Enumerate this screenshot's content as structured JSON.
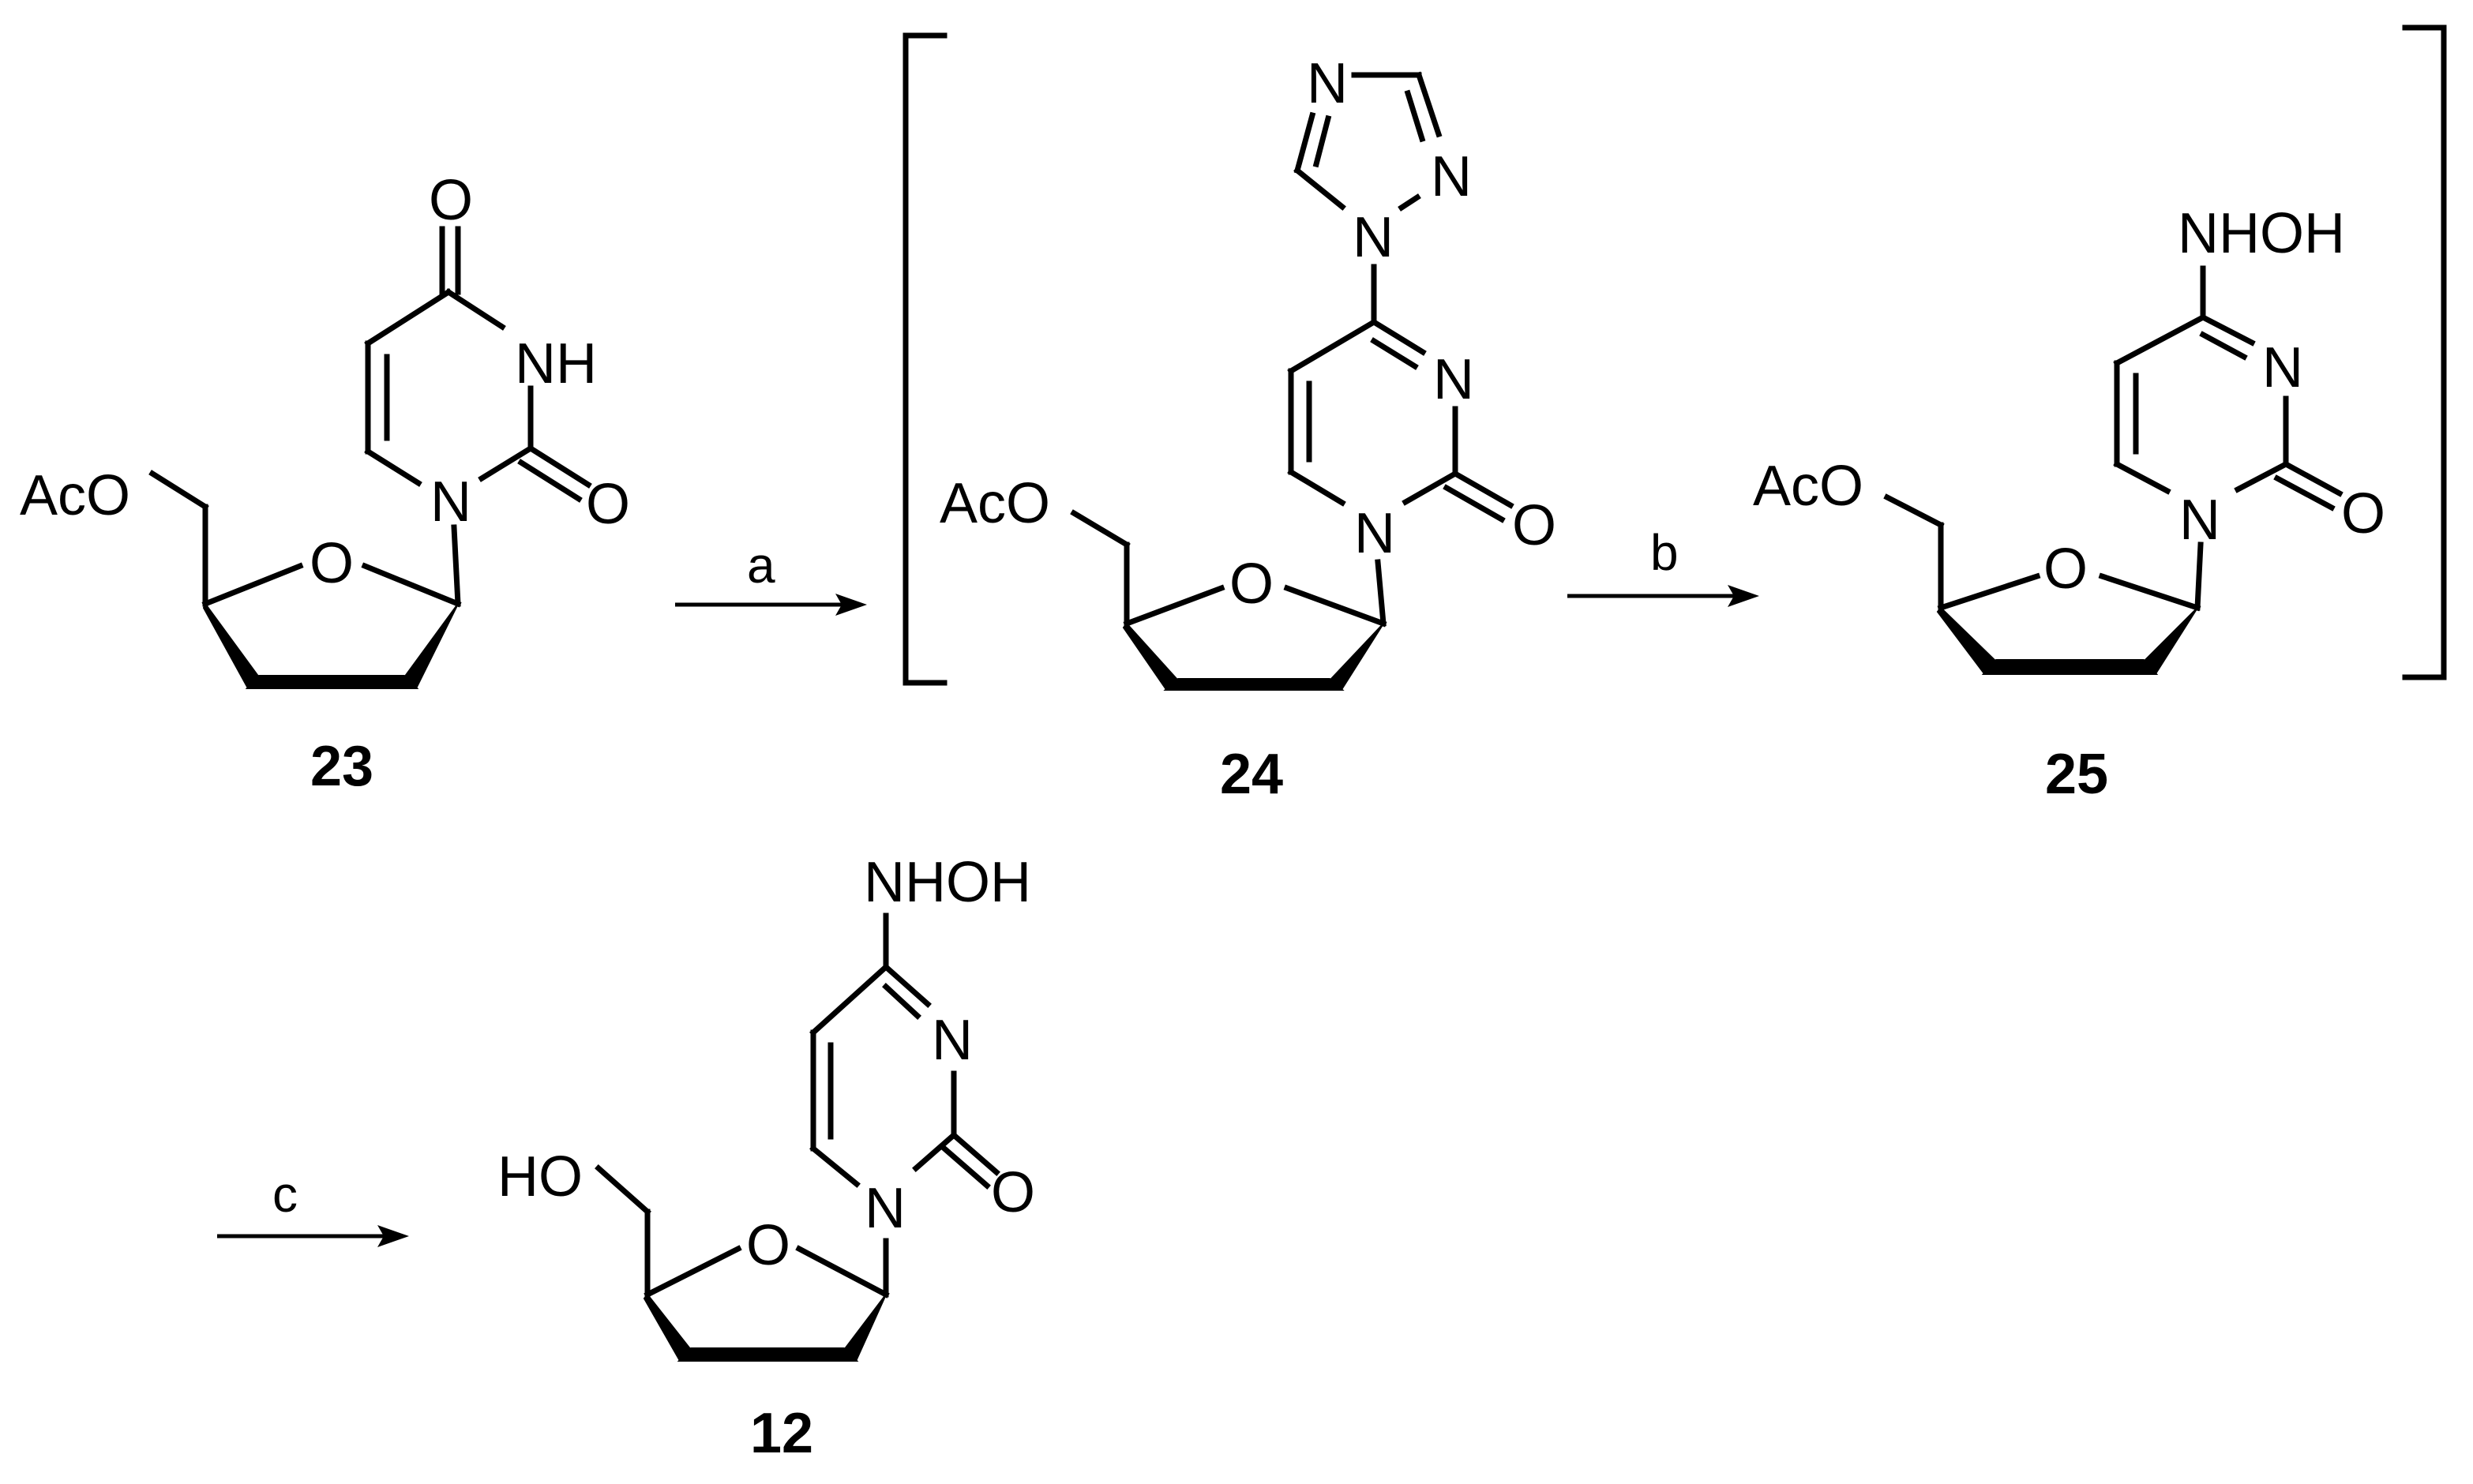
{
  "scheme": {
    "compounds": [
      {
        "id": "23",
        "label": "23",
        "substituent_5p": "AcO",
        "ring_atoms": {
          "ring_O": "O",
          "N1": "N",
          "N3": "NH",
          "C2_O": "O",
          "C4_O": "O"
        }
      },
      {
        "id": "24",
        "label": "24",
        "substituent_5p": "AcO",
        "ring_atoms": {
          "ring_O": "O",
          "N1": "N",
          "N3": "N",
          "C2_O": "O",
          "triazole_N1": "N",
          "triazole_N2": "N",
          "triazole_N4": "N"
        }
      },
      {
        "id": "25",
        "label": "25",
        "substituent_5p": "AcO",
        "ring_atoms": {
          "ring_O": "O",
          "N1": "N",
          "N3": "N",
          "C2_O": "O",
          "C4_sub": "NHOH"
        }
      },
      {
        "id": "12",
        "label": "12",
        "substituent_5p": "HO",
        "ring_atoms": {
          "ring_O": "O",
          "N1": "N",
          "N3": "N",
          "C2_O": "O",
          "C4_sub": "NHOH"
        }
      }
    ],
    "arrows": [
      {
        "from": "23",
        "to": "24",
        "condition": "a"
      },
      {
        "from": "24",
        "to": "25",
        "condition": "b"
      },
      {
        "from": "25",
        "to": "12",
        "condition": "c"
      }
    ],
    "bracket_note": "24 and 25 shown in brackets (intermediates)"
  }
}
